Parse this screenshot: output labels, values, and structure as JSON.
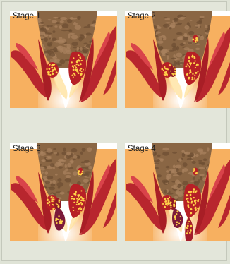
{
  "panels": [
    {
      "label": "Stage 1",
      "stage": 1
    },
    {
      "label": "Stage 2",
      "stage": 2
    },
    {
      "label": "Stage 3",
      "stage": 3
    },
    {
      "label": "Stage 4",
      "stage": 4
    }
  ],
  "colors": {
    "background": "#e3e6da",
    "skin": "#f7b060",
    "muscle": "#b8262e",
    "fat": "#ffe2a0",
    "stool": "#8a6644",
    "hemorrhoid": "#b72026"
  }
}
